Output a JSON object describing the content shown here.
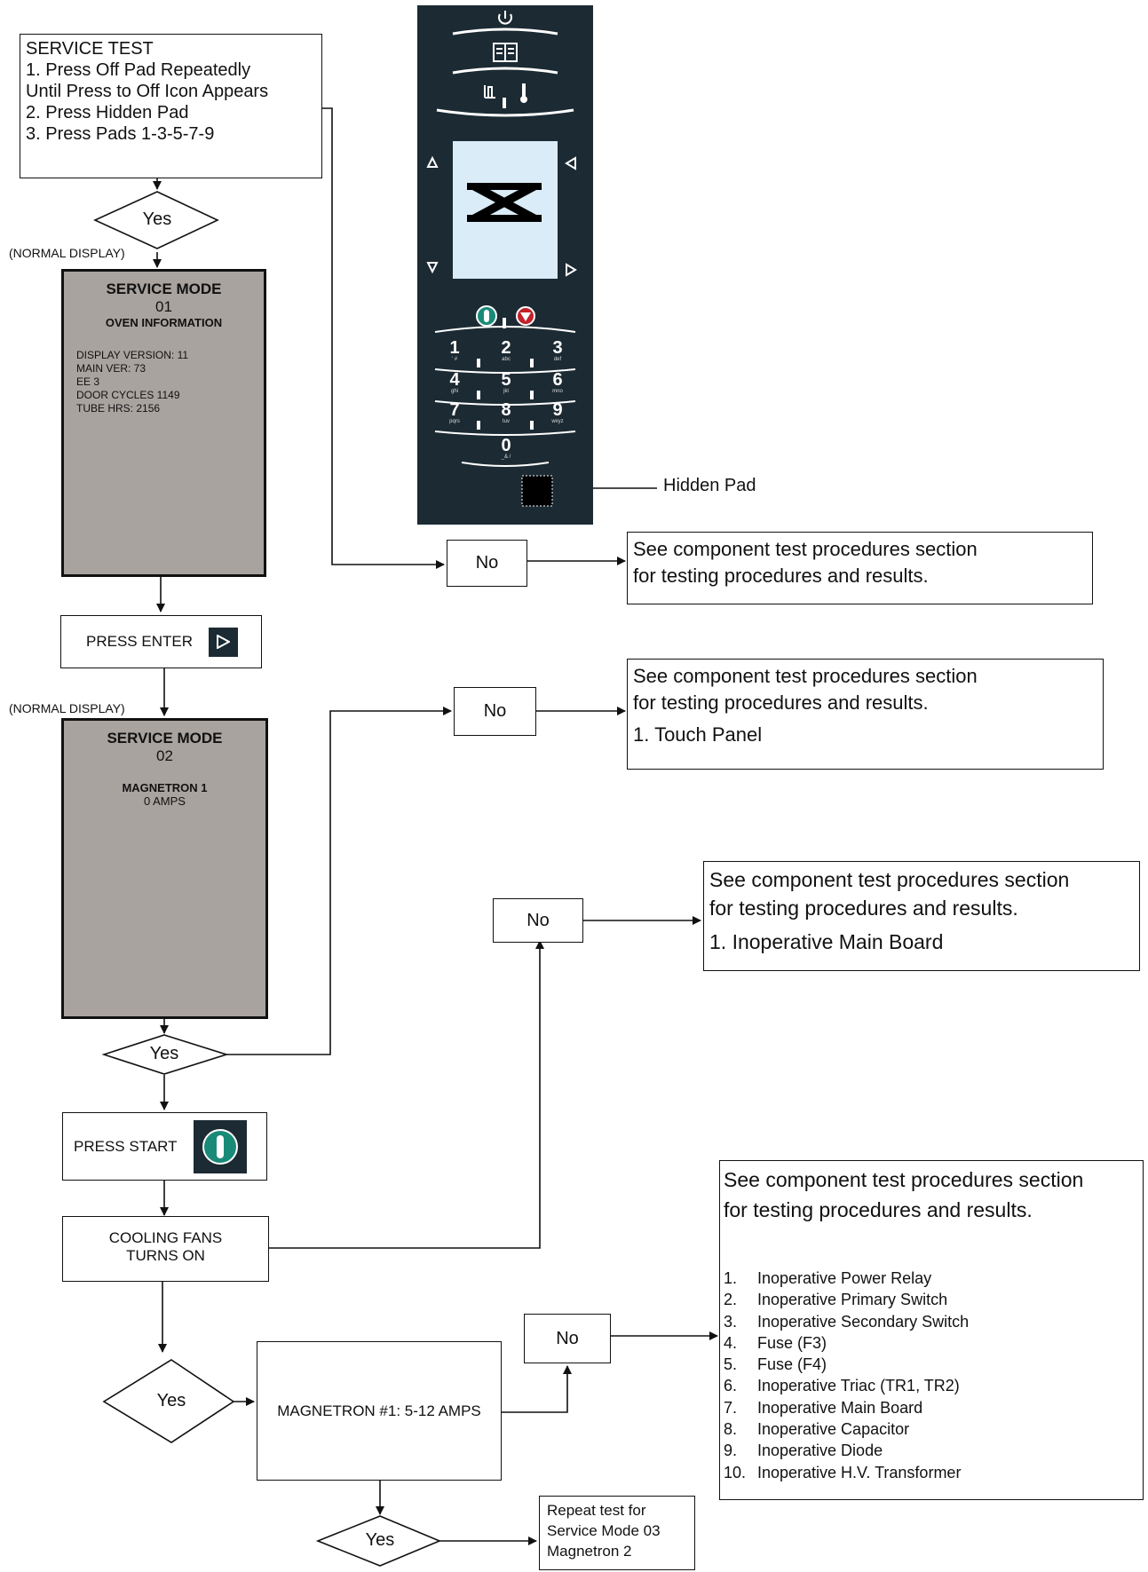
{
  "service_test": {
    "title": "SERVICE TEST",
    "steps": [
      "1.  Press Off Pad Repeatedly",
      "Until Press to Off Icon Appears",
      "2.  Press Hidden Pad",
      "3.  Press Pads 1-3-5-7-9"
    ]
  },
  "decisions": {
    "yes": "Yes",
    "no": "No"
  },
  "normal_display": "(NORMAL DISPLAY)",
  "mode01": {
    "title": "SERVICE MODE",
    "num": "01",
    "subtitle": "OVEN INFORMATION",
    "info": [
      "DISPLAY VERSION: 11",
      "MAIN VER: 73",
      "EE 3",
      "DOOR CYCLES 1149",
      "TUBE HRS: 2156"
    ]
  },
  "press_enter": "PRESS ENTER",
  "mode02": {
    "title": "SERVICE MODE",
    "num": "02",
    "subtitle": "MAGNETRON 1",
    "amps": "0 AMPS"
  },
  "press_start": "PRESS START",
  "cooling_fans": [
    "COOLING FANS",
    "TURNS ON"
  ],
  "magnetron": "MAGNETRON #1: 5-12 AMPS",
  "repeat": [
    "Repeat test for",
    "Service Mode 03",
    "Magnetron 2"
  ],
  "hidden_pad": "Hidden Pad",
  "note_line1": "See component test procedures section",
  "note_line2": "for testing procedures and results.",
  "note_touch": "1. Touch Panel",
  "note_mainboard": "1. Inoperative Main Board",
  "failures": [
    {
      "n": "1.",
      "t": "Inoperative Power Relay"
    },
    {
      "n": "2.",
      "t": "Inoperative Primary Switch"
    },
    {
      "n": "3.",
      "t": "Inoperative Secondary Switch"
    },
    {
      "n": "4.",
      "t": "Fuse (F3)"
    },
    {
      "n": "5.",
      "t": "Fuse (F4)"
    },
    {
      "n": "6.",
      "t": "Inoperative Triac (TR1, TR2)"
    },
    {
      "n": "7.",
      "t": "Inoperative Main Board"
    },
    {
      "n": "8.",
      "t": "Inoperative Capacitor"
    },
    {
      "n": "9.",
      "t": "Inoperative Diode"
    },
    {
      "n": "10.",
      "t": "Inoperative  H.V. Transformer"
    }
  ],
  "keypad": [
    {
      "d": "1",
      "s": "' #"
    },
    {
      "d": "2",
      "s": "abc"
    },
    {
      "d": "3",
      "s": "def"
    },
    {
      "d": "4",
      "s": "ghi"
    },
    {
      "d": "5",
      "s": "jkl"
    },
    {
      "d": "6",
      "s": "mno"
    },
    {
      "d": "7",
      "s": "pqrs"
    },
    {
      "d": "8",
      "s": "tuv"
    },
    {
      "d": "9",
      "s": "wxyz"
    },
    {
      "d": "0",
      "s": "_& /"
    }
  ]
}
